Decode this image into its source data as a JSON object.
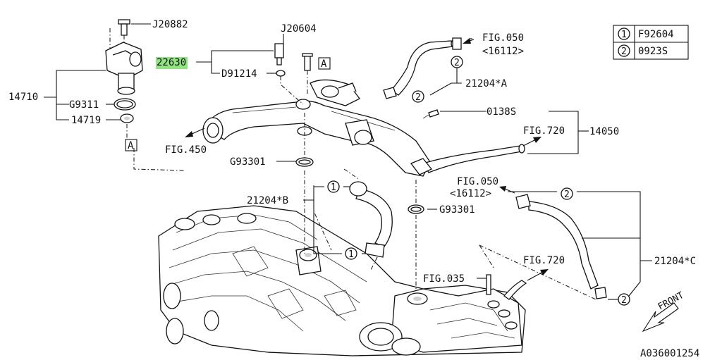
{
  "labels": {
    "j20882": "J20882",
    "j20604": "J20604",
    "p22630": "22630",
    "d91214": "D91214",
    "p14710": "14710",
    "g9311": "G9311",
    "p14719": "14719",
    "ref_a_left": "A",
    "ref_a_top": "A",
    "fig450": "FIG.450",
    "g93301_top": "G93301",
    "fig050_top": "FIG.050",
    "code16112_top": "<16112>",
    "p21204a": "21204*A",
    "p0138s": "0138S",
    "fig720_top": "FIG.720",
    "p14050": "14050",
    "fig050_mid": "FIG.050",
    "code16112_mid": "<16112>",
    "p21204b": "21204*B",
    "g93301_mid": "G93301",
    "fig035": "FIG.035",
    "fig720_bottom": "FIG.720",
    "p21204c": "21204*C",
    "front": "FRONT",
    "diagram_code": "A036001254"
  },
  "legend": [
    {
      "num": "1",
      "part": "F92604"
    },
    {
      "num": "2",
      "part": "0923S"
    }
  ],
  "callouts": {
    "c1": "1",
    "c2": "2"
  },
  "colors": {
    "highlight": "#7ee06a",
    "line": "#111111"
  }
}
